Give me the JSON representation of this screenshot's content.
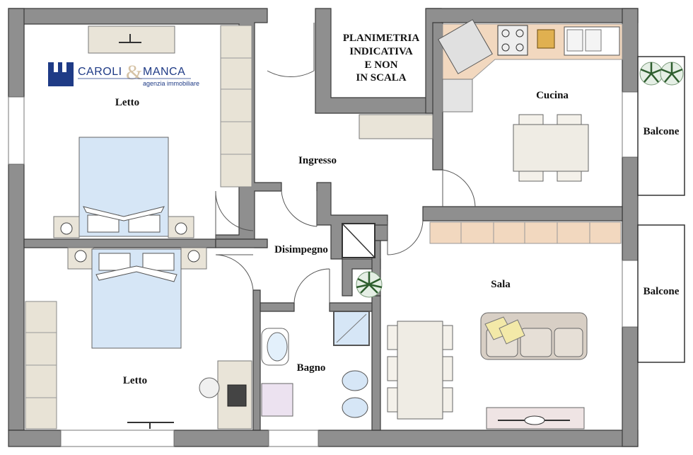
{
  "logo": {
    "brand_left": "CAROLI",
    "brand_amp": "&",
    "brand_right": "MANCA",
    "tagline": "agenzia immobiliare",
    "color": "#1f3b86"
  },
  "note": {
    "line1": "PLANIMETRIA",
    "line2": "INDICATIVA",
    "line3": "E NON",
    "line4": "IN SCALA"
  },
  "rooms": {
    "letto_top": "Letto",
    "letto_bottom": "Letto",
    "ingresso": "Ingresso",
    "disimpegno": "Disimpegno",
    "bagno": "Bagno",
    "cucina": "Cucina",
    "sala": "Sala",
    "balcone_top": "Balcone",
    "balcone_bottom": "Balcone"
  },
  "colors": {
    "wall": "#8f8f8f",
    "bed": "#d6e6f6",
    "kitchen_counter": "#f2d8bf",
    "furniture": "#e9e4d8"
  }
}
